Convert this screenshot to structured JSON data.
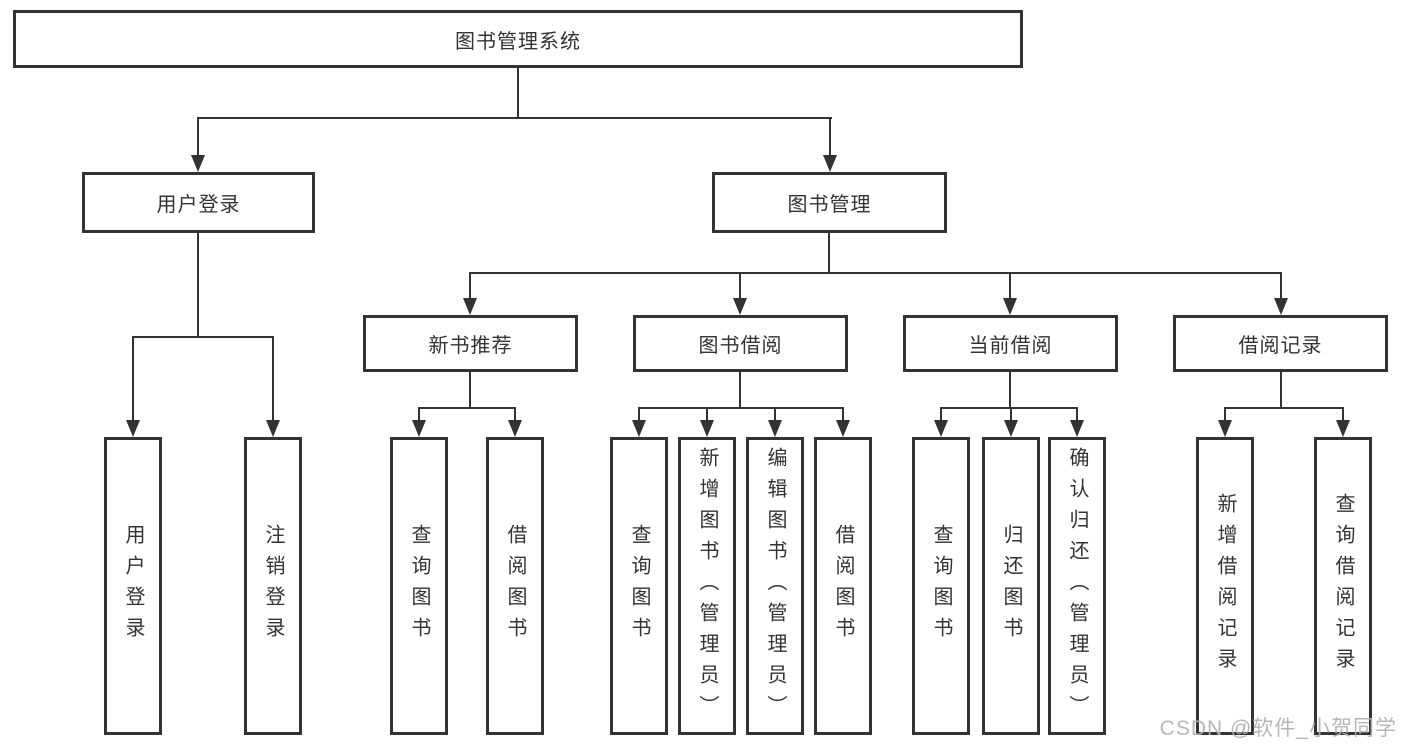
{
  "diagram": {
    "root": "图书管理系统",
    "branches": {
      "user_login": {
        "label": "用户登录",
        "children": {
          "login": "用户登录",
          "logout": "注销登录"
        }
      },
      "book_management": {
        "label": "图书管理",
        "sections": {
          "new_book_recommend": {
            "label": "新书推荐",
            "children": {
              "query": "查询图书",
              "borrow": "借阅图书"
            }
          },
          "book_borrowing": {
            "label": "图书借阅",
            "children": {
              "query": "查询图书",
              "add": "新增图书（管理员）",
              "edit": "编辑图书（管理员）",
              "borrow": "借阅图书"
            }
          },
          "current_borrowing": {
            "label": "当前借阅",
            "children": {
              "query": "查询图书",
              "return": "归还图书",
              "confirm": "确认归还（管理员）"
            }
          },
          "borrow_records": {
            "label": "借阅记录",
            "children": {
              "add": "新增借阅记录",
              "query": "查询借阅记录"
            }
          }
        }
      }
    }
  },
  "watermark": "CSDN @软件_小贺同学",
  "colors": {
    "line": "#333333",
    "box_border": "#333333",
    "text": "#333333",
    "background": "#ffffff",
    "watermark": "#b2b2b2"
  }
}
